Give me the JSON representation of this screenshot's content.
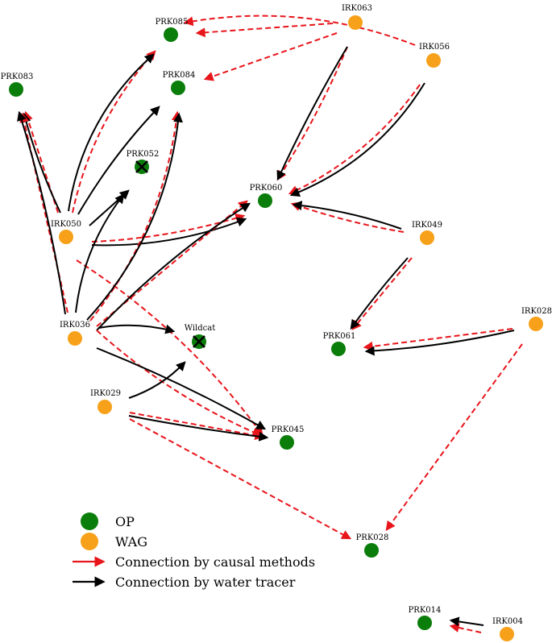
{
  "colors": {
    "op": "#0a7d0a",
    "wag": "#f7a11a",
    "causal": "#e8151b",
    "tracer": "#000000"
  },
  "nodes": [
    {
      "id": "PRK085",
      "label": "PRK085",
      "type": "OP"
    },
    {
      "id": "IRK063",
      "label": "IRK063",
      "type": "WAG"
    },
    {
      "id": "IRK056",
      "label": "IRK056",
      "type": "WAG"
    },
    {
      "id": "PRK083",
      "label": "PRK083",
      "type": "OP"
    },
    {
      "id": "PRK084",
      "label": "PRK084",
      "type": "OP"
    },
    {
      "id": "PRK052",
      "label": "PRK052",
      "type": "OP",
      "closed": true
    },
    {
      "id": "PRK060",
      "label": "PRK060",
      "type": "OP"
    },
    {
      "id": "IRK050",
      "label": "IRK050",
      "type": "WAG"
    },
    {
      "id": "IRK049",
      "label": "IRK049",
      "type": "WAG"
    },
    {
      "id": "IRK036",
      "label": "IRK036",
      "type": "WAG"
    },
    {
      "id": "Wildcat",
      "label": "Wildcat",
      "type": "OP",
      "closed": true
    },
    {
      "id": "IRK028",
      "label": "IRK028",
      "type": "WAG"
    },
    {
      "id": "PRK061",
      "label": "PRK061",
      "type": "OP"
    },
    {
      "id": "IRK029",
      "label": "IRK029",
      "type": "WAG"
    },
    {
      "id": "PRK045",
      "label": "PRK045",
      "type": "OP"
    },
    {
      "id": "PRK028",
      "label": "PRK028",
      "type": "OP"
    },
    {
      "id": "PRK014",
      "label": "PRK014",
      "type": "OP"
    },
    {
      "id": "IRK004",
      "label": "IRK004",
      "type": "WAG"
    }
  ],
  "edges": [
    {
      "from": "IRK063",
      "to": "PRK085",
      "kind": "causal"
    },
    {
      "from": "IRK056",
      "to": "PRK085",
      "kind": "causal"
    },
    {
      "from": "IRK063",
      "to": "PRK084",
      "kind": "causal"
    },
    {
      "from": "IRK063",
      "to": "PRK060",
      "kind": "causal"
    },
    {
      "from": "IRK063",
      "to": "PRK060",
      "kind": "tracer"
    },
    {
      "from": "IRK056",
      "to": "PRK060",
      "kind": "causal"
    },
    {
      "from": "IRK056",
      "to": "PRK060",
      "kind": "tracer"
    },
    {
      "from": "IRK050",
      "to": "PRK085",
      "kind": "causal"
    },
    {
      "from": "IRK050",
      "to": "PRK085",
      "kind": "tracer"
    },
    {
      "from": "IRK050",
      "to": "PRK084",
      "kind": "tracer"
    },
    {
      "from": "IRK050",
      "to": "PRK083",
      "kind": "causal"
    },
    {
      "from": "IRK050",
      "to": "PRK083",
      "kind": "tracer"
    },
    {
      "from": "IRK050",
      "to": "PRK052",
      "kind": "tracer"
    },
    {
      "from": "IRK050",
      "to": "PRK060",
      "kind": "causal"
    },
    {
      "from": "IRK050",
      "to": "PRK060",
      "kind": "tracer"
    },
    {
      "from": "IRK050",
      "to": "PRK045",
      "kind": "causal"
    },
    {
      "from": "IRK036",
      "to": "PRK083",
      "kind": "causal"
    },
    {
      "from": "IRK036",
      "to": "PRK083",
      "kind": "tracer"
    },
    {
      "from": "IRK036",
      "to": "PRK084",
      "kind": "causal"
    },
    {
      "from": "IRK036",
      "to": "PRK084",
      "kind": "tracer"
    },
    {
      "from": "IRK036",
      "to": "PRK052",
      "kind": "tracer"
    },
    {
      "from": "IRK036",
      "to": "PRK060",
      "kind": "causal"
    },
    {
      "from": "IRK036",
      "to": "PRK060",
      "kind": "tracer"
    },
    {
      "from": "IRK036",
      "to": "Wildcat",
      "kind": "tracer"
    },
    {
      "from": "IRK036",
      "to": "PRK045",
      "kind": "causal"
    },
    {
      "from": "IRK036",
      "to": "PRK045",
      "kind": "tracer"
    },
    {
      "from": "IRK049",
      "to": "PRK060",
      "kind": "causal"
    },
    {
      "from": "IRK049",
      "to": "PRK060",
      "kind": "tracer"
    },
    {
      "from": "IRK049",
      "to": "PRK061",
      "kind": "causal"
    },
    {
      "from": "IRK049",
      "to": "PRK061",
      "kind": "tracer"
    },
    {
      "from": "IRK028",
      "to": "PRK061",
      "kind": "causal"
    },
    {
      "from": "IRK028",
      "to": "PRK061",
      "kind": "tracer"
    },
    {
      "from": "IRK028",
      "to": "PRK028",
      "kind": "causal"
    },
    {
      "from": "IRK029",
      "to": "Wildcat",
      "kind": "tracer"
    },
    {
      "from": "IRK029",
      "to": "PRK045",
      "kind": "causal"
    },
    {
      "from": "IRK029",
      "to": "PRK045",
      "kind": "tracer"
    },
    {
      "from": "IRK029",
      "to": "PRK028",
      "kind": "causal"
    },
    {
      "from": "IRK004",
      "to": "PRK014",
      "kind": "causal"
    },
    {
      "from": "IRK004",
      "to": "PRK014",
      "kind": "tracer"
    }
  ],
  "legend": {
    "op": "OP",
    "wag": "WAG",
    "causal": "Connection by causal methods",
    "tracer": "Connection by water tracer"
  }
}
